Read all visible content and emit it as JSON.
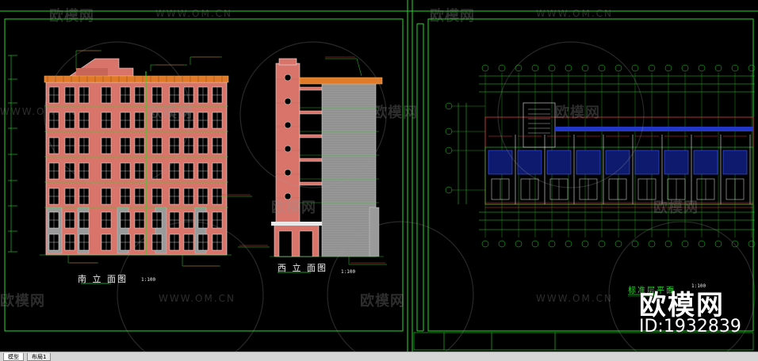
{
  "drawing": {
    "south_elevation_title": "南 立 面图",
    "south_elevation_scale": "1:100",
    "west_elevation_title": "西 立 面图",
    "west_elevation_scale": "1:100",
    "floor_plan_title": "标准层平面",
    "floor_plan_scale": "1:100"
  },
  "watermark": {
    "brand": "欧模网",
    "url": "WWW.OM.CN",
    "id_label": "ID:1932839"
  },
  "tabs": [
    {
      "label": "模型",
      "active": true
    },
    {
      "label": "布局1",
      "active": false
    }
  ],
  "colors": {
    "background": "#000000",
    "brick": "#d9746a",
    "roof": "#e07a28",
    "line_green": "#27d827",
    "line_red": "#e23b3b",
    "line_blue": "#3c5bff",
    "tabbar": "#d6d6d6"
  }
}
